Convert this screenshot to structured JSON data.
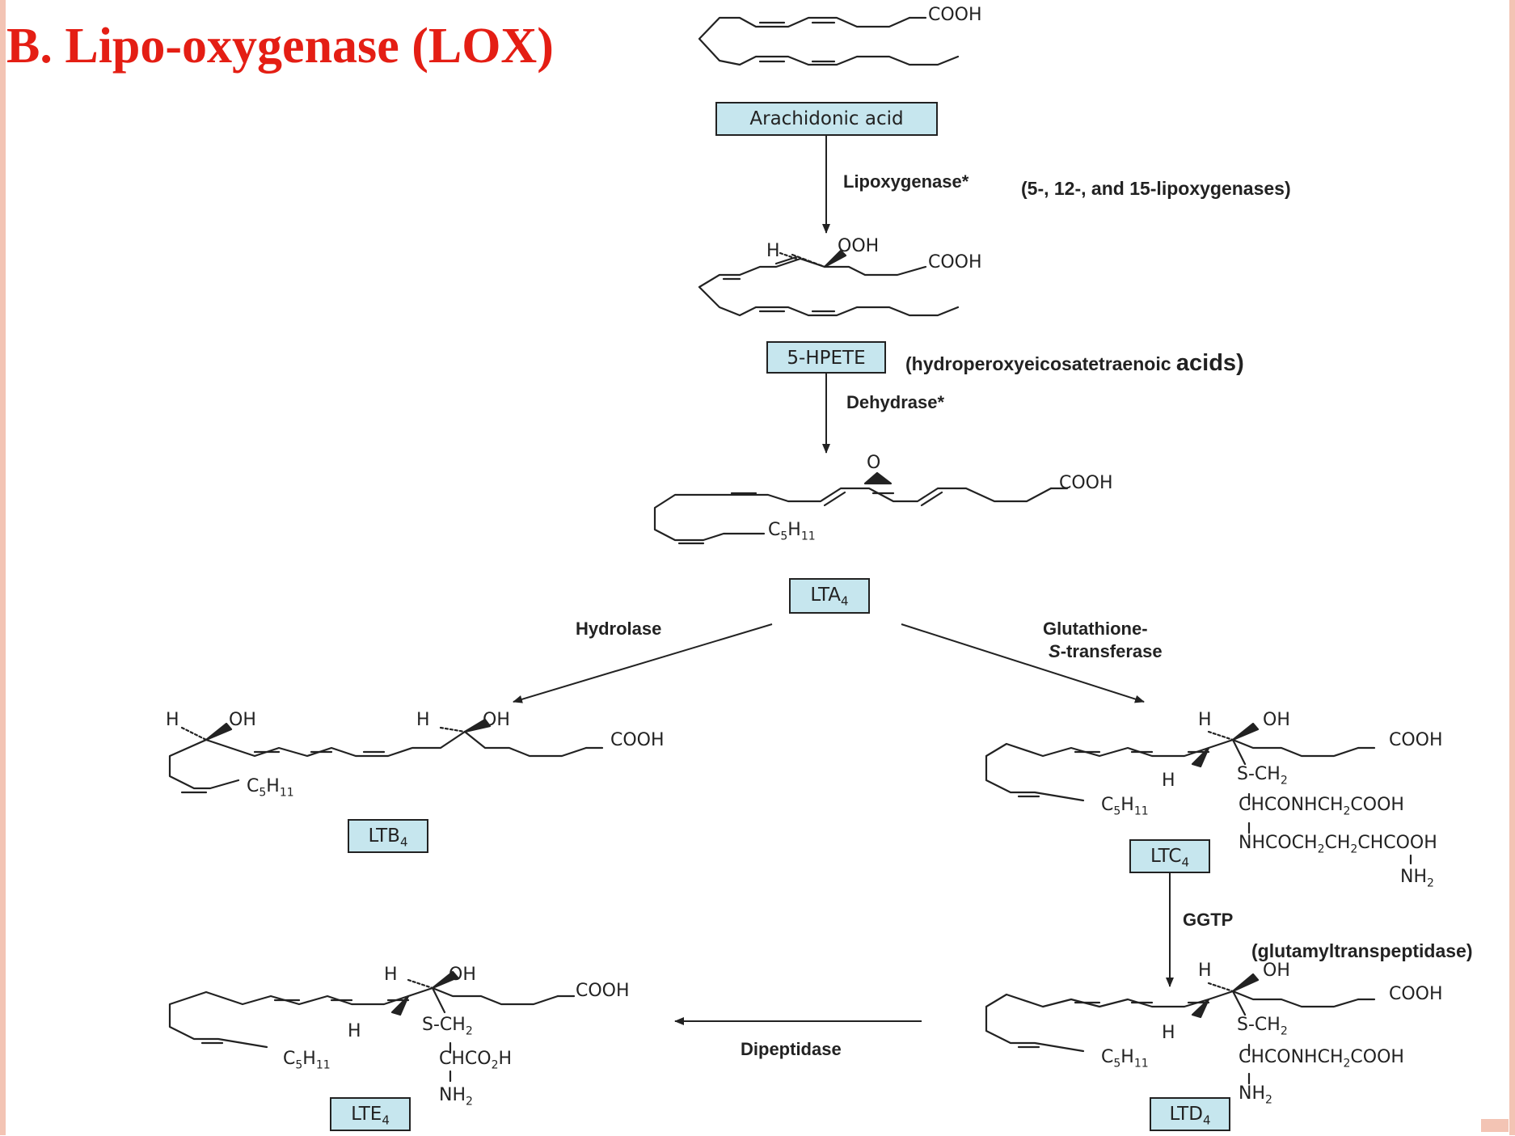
{
  "slide": {
    "title": "B. Lipo-oxygenase (LOX)",
    "accent_color": "#e41e14",
    "box_color": "#c6e6ee",
    "border_color": "#f3c4b4"
  },
  "compounds": {
    "arachidonic_acid": "Arachidonic acid",
    "hpete": "5-HPETE",
    "hpete_note_a": "(hydroperoxyeicosatetraenoic ",
    "hpete_note_b": "acids)",
    "lta4": "LTA",
    "ltb4": "LTB",
    "ltc4": "LTC",
    "ltd4": "LTD",
    "lte4": "LTE",
    "sub4": "4"
  },
  "enzymes": {
    "lipoxygenase": "Lipoxygenase*",
    "lipoxygenase_note": "(5-, 12-, and 15-lipoxygenases)",
    "dehydrase": "Dehydrase*",
    "hydrolase": "Hydrolase",
    "glutathione_1": "Glutathione-",
    "glutathione_2_italic": "S",
    "glutathione_2_rest": "-transferase",
    "ggtp": "GGTP",
    "ggtp_note": "(glutamyltranspeptidase)",
    "dipeptidase": "Dipeptidase"
  },
  "groups": {
    "cooh": "COOH",
    "ooh": "OOH",
    "oh": "OH",
    "h": "H",
    "o": "O",
    "c": "C",
    "h_": "H",
    "c5h11_5": "5",
    "c5h11_11": "11",
    "s_ch": "S-CH",
    "two": "2",
    "chconh": "CHCONHCH",
    "cooh_tail": "COOH",
    "nhcoch": "NHCOCH",
    "ch": "CH",
    "chcooh": "CHCOOH",
    "nh": "NH",
    "chco": "CHCO",
    "o2h": "H"
  }
}
